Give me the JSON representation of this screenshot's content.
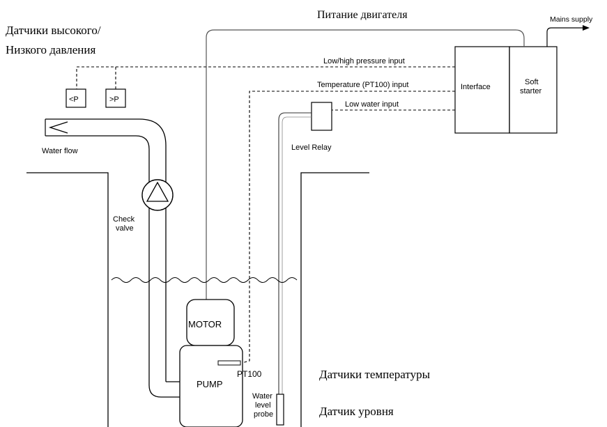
{
  "labels": {
    "motor_power": "Питание двигателя",
    "mains_supply": "Mains supply",
    "pressure_sensors_line1": "Датчики высокого/",
    "pressure_sensors_line2": "Низкого давления",
    "low_high_pressure_input": "Low/high pressure input",
    "temperature_input": "Temperature (PT100) input",
    "low_water_input": "Low water input",
    "interface": "Interface",
    "soft_starter_line1": "Soft",
    "soft_starter_line2": "starter",
    "low_pressure_switch": "<P",
    "high_pressure_switch": ">P",
    "water_flow": "Water flow",
    "level_relay": "Level Relay",
    "check_valve_line1": "Check",
    "check_valve_line2": "valve",
    "motor": "MOTOR",
    "pump": "PUMP",
    "pt100": "PT100",
    "water_level_probe_line1": "Water",
    "water_level_probe_line2": "level",
    "water_level_probe_line3": "probe",
    "temperature_sensors": "Датчики температуры",
    "level_sensor": "Датчик уровня"
  }
}
